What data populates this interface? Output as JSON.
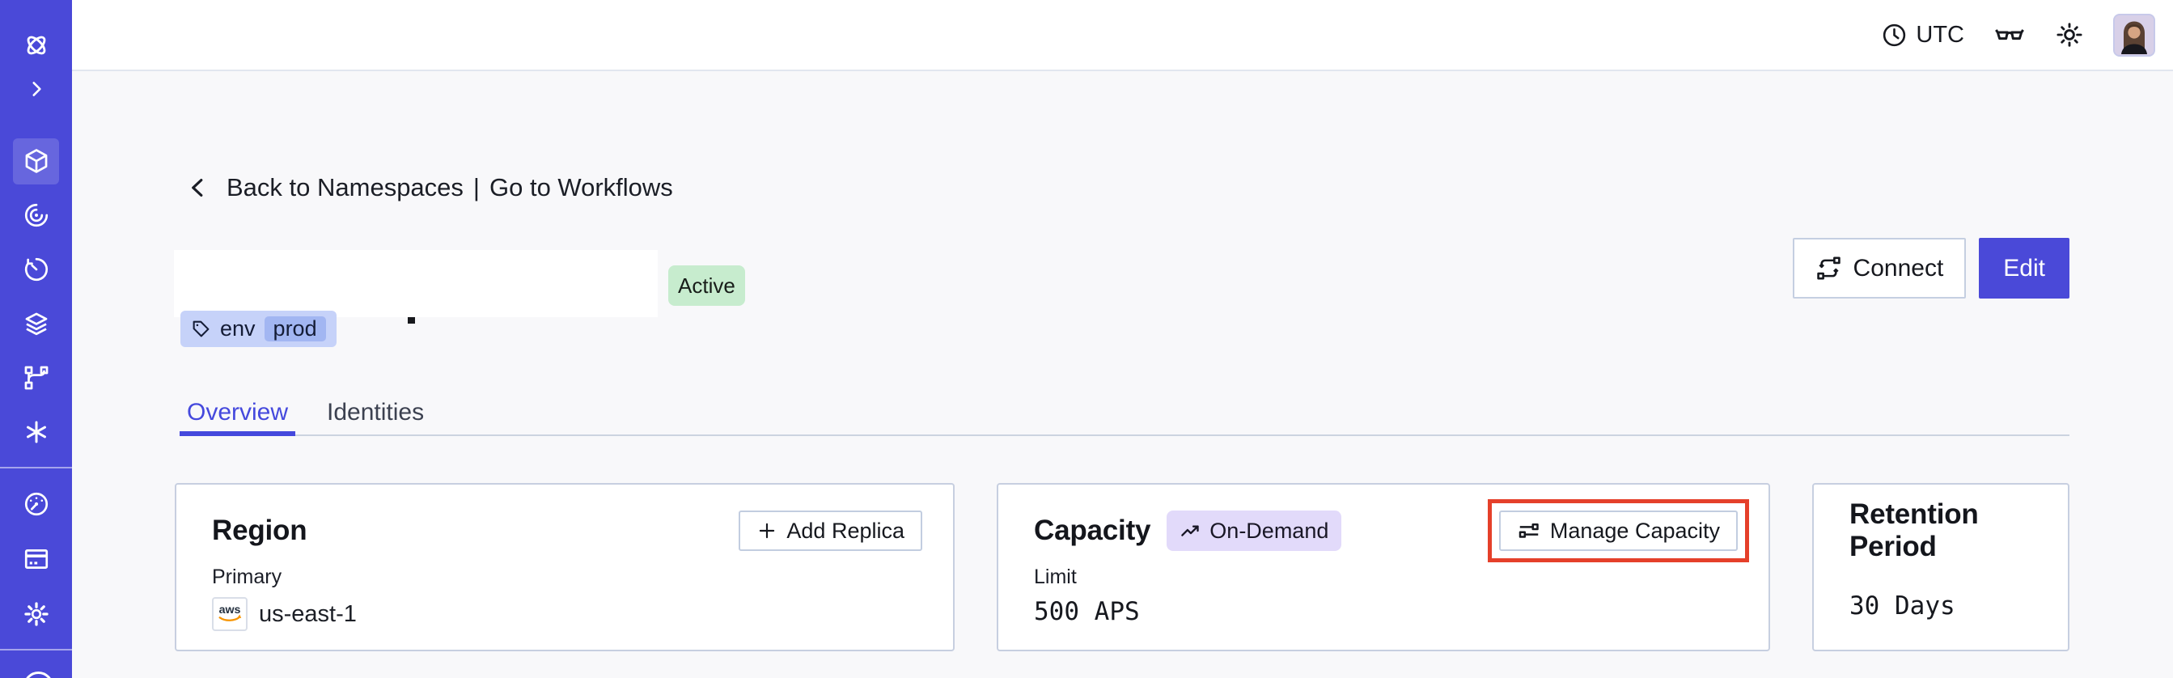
{
  "topbar": {
    "timezone": "UTC"
  },
  "breadcrumb": {
    "back_label": "Back to Namespaces",
    "separator": "|",
    "forward_label": "Go to Workflows"
  },
  "header": {
    "status_badge": "Active",
    "tag": {
      "key": "env",
      "value": "prod"
    },
    "connect_label": "Connect",
    "edit_label": "Edit"
  },
  "tabs": [
    {
      "label": "Overview",
      "active": true
    },
    {
      "label": "Identities",
      "active": false
    }
  ],
  "cards": {
    "region": {
      "title": "Region",
      "action_label": "Add Replica",
      "label": "Primary",
      "provider": "aws",
      "value": "us-east-1"
    },
    "capacity": {
      "title": "Capacity",
      "badge": "On-Demand",
      "action_label": "Manage Capacity",
      "label": "Limit",
      "value": "500 APS"
    },
    "retention": {
      "title": "Retention Period",
      "value": "30 Days"
    }
  },
  "colors": {
    "indigo": "#4a49d8",
    "annotation_red": "#e5402a",
    "active_badge_bg": "#c7ecce",
    "on_demand_bg": "#e2dafa",
    "tag_bg": "#c6d2f9",
    "tag_chip_bg": "#a2b6f2",
    "aws_orange": "#f79400"
  },
  "icons": {
    "sidebar": [
      "temporal-logo",
      "chevron-right",
      "cube",
      "spiral",
      "timer",
      "layers",
      "fork",
      "asterisk",
      "gauge",
      "credit-card",
      "gear"
    ],
    "topbar": [
      "clock",
      "glasses",
      "sun",
      "avatar"
    ]
  }
}
